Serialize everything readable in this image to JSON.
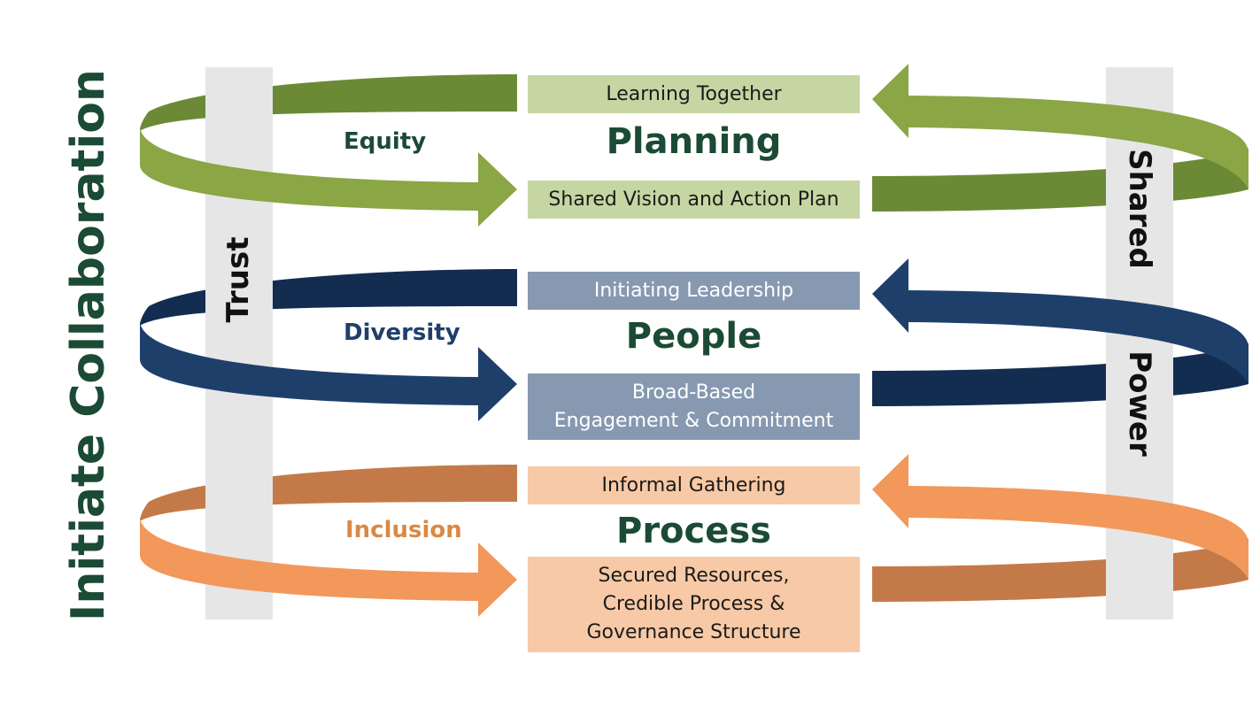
{
  "main_title": "Initiate Collaboration",
  "pillars": {
    "left": "Trust",
    "right_top": "Shared",
    "right_bottom": "Power"
  },
  "colors": {
    "green_light": "#8aa645",
    "green_dark": "#6c8a36",
    "navy_light": "#1f3f6b",
    "navy_dark": "#132d51",
    "orange_light": "#f2985a",
    "orange_dark": "#c47a48",
    "title_text": "#1b4a35",
    "pillar": "#e6e6e6"
  },
  "loops": [
    {
      "id": "planning",
      "title": "Planning",
      "value": "Equity",
      "value_color": "#1b4a35",
      "top_box": {
        "text": "Learning Together",
        "bg": "#c6d6a3",
        "fg": "#1a1a1a"
      },
      "bottom_box": {
        "lines": [
          "Shared Vision and Action Plan"
        ],
        "bg": "#c6d6a3",
        "fg": "#1a1a1a"
      }
    },
    {
      "id": "people",
      "title": "People",
      "value": "Diversity",
      "value_color": "#1f3f6b",
      "top_box": {
        "text": "Initiating Leadership",
        "bg": "#8799b1",
        "fg": "#ffffff"
      },
      "bottom_box": {
        "lines": [
          "Broad-Based",
          "Engagement & Commitment"
        ],
        "bg": "#8799b1",
        "fg": "#ffffff"
      }
    },
    {
      "id": "process",
      "title": "Process",
      "value": "Inclusion",
      "value_color": "#d98944",
      "top_box": {
        "text": "Informal Gathering",
        "bg": "#f7c9a6",
        "fg": "#1a1a1a"
      },
      "bottom_box": {
        "lines": [
          "Secured Resources,",
          "Credible Process &",
          "Governance Structure"
        ],
        "bg": "#f7c9a6",
        "fg": "#1a1a1a"
      }
    }
  ]
}
